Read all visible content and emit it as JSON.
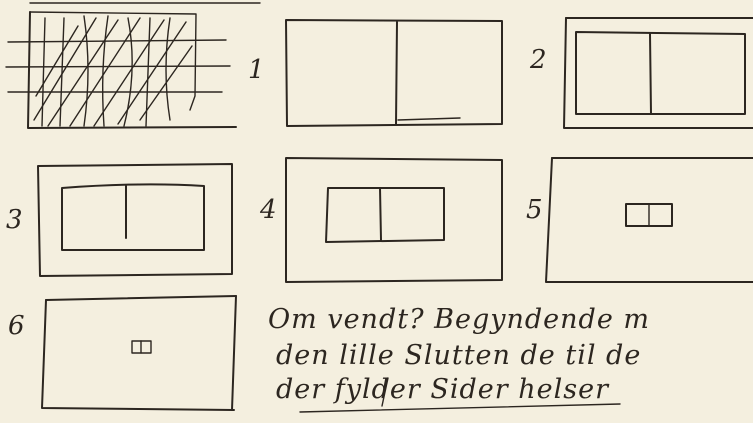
{
  "sketch": {
    "paper_color": "#f4efdf",
    "ink_color": "#2c2620",
    "panels": [
      {
        "number": "1"
      },
      {
        "number": "2"
      },
      {
        "number": "3"
      },
      {
        "number": "4"
      },
      {
        "number": "5"
      },
      {
        "number": "6"
      }
    ],
    "note_lines": [
      "Om vendt? Begyndende m",
      "den lille Slutten de til de",
      "der fylder Sider helser"
    ]
  }
}
